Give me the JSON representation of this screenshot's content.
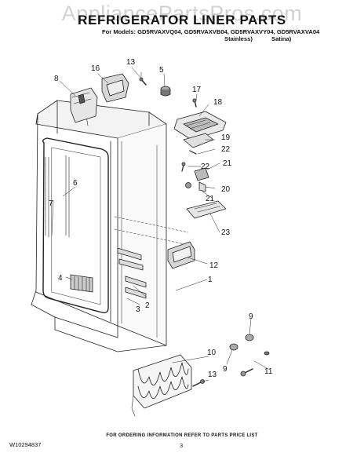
{
  "watermark": "AppliancePartsPros.com",
  "title": "REFRIGERATOR LINER PARTS",
  "models_line": "For Models: GD5RVAXVQ04, GD5RVAXVB04, GD5RVAXVY04, GD5RVAXVA04",
  "variants": [
    "Stainless)",
    "Satina)"
  ],
  "callouts": [
    "1",
    "2",
    "3",
    "4",
    "5",
    "6",
    "7",
    "8",
    "9",
    "9",
    "10",
    "11",
    "12",
    "13",
    "13",
    "16",
    "17",
    "18",
    "19",
    "20",
    "21",
    "21",
    "22",
    "22",
    "23"
  ],
  "footer_note": "FOR ORDERING INFORMATION REFER TO PARTS PRICE LIST",
  "doc_number": "W10294837",
  "page_number": "3"
}
